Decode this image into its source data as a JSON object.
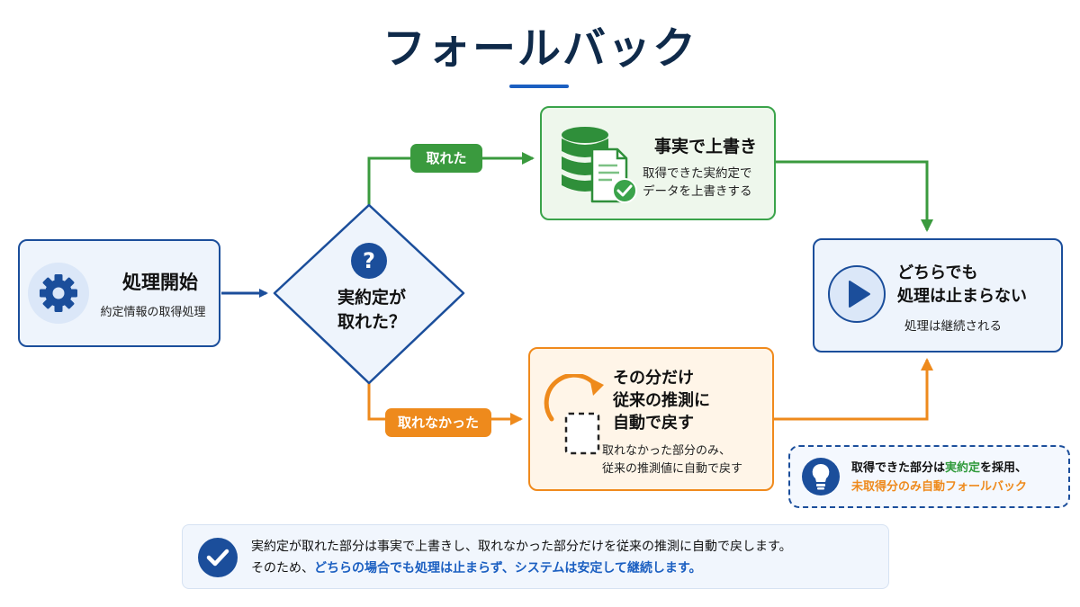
{
  "title": "フォールバック",
  "colors": {
    "navy": "#1b4e9b",
    "green": "#3aa34a",
    "orange": "#f08a1c",
    "accent_blue": "#1b5fc1"
  },
  "start": {
    "title": "処理開始",
    "subtitle": "約定情報の取得処理",
    "icon": "gear-icon"
  },
  "decision": {
    "line1": "実約定が",
    "line2": "取れた？",
    "icon": "question-icon"
  },
  "branch_success": {
    "label": "取れた",
    "title": "事実で上書き",
    "desc_line1": "取得できた実約定で",
    "desc_line2": "データを上書きする",
    "icon": "database-document-check-icon"
  },
  "branch_fallback": {
    "label": "取れなかった",
    "title_line1": "その分だけ",
    "title_line2": "従来の推測に",
    "title_line3": "自動で戻す",
    "desc_line1": "取れなかった部分のみ、",
    "desc_line2": "従来の推測値に自動で戻す",
    "icon": "rotate-fallback-icon"
  },
  "result": {
    "title_line1": "どちらでも",
    "title_line2": "処理は止まらない",
    "subtitle": "処理は継続される",
    "icon": "play-icon"
  },
  "tip": {
    "line1_prefix": "取得できた部分は",
    "line1_highlight": "実約定",
    "line1_suffix": "を採用、",
    "line2": "未取得分のみ自動フォールバック",
    "icon": "lightbulb-icon"
  },
  "summary": {
    "line1": "実約定が取れた部分は事実で上書きし、取れなかった部分だけを従来の推測に自動で戻します。",
    "line2_prefix": "そのため、",
    "line2_highlight": "どちらの場合でも処理は止まらず、システムは安定して継続します。",
    "icon": "checkmark-icon"
  }
}
